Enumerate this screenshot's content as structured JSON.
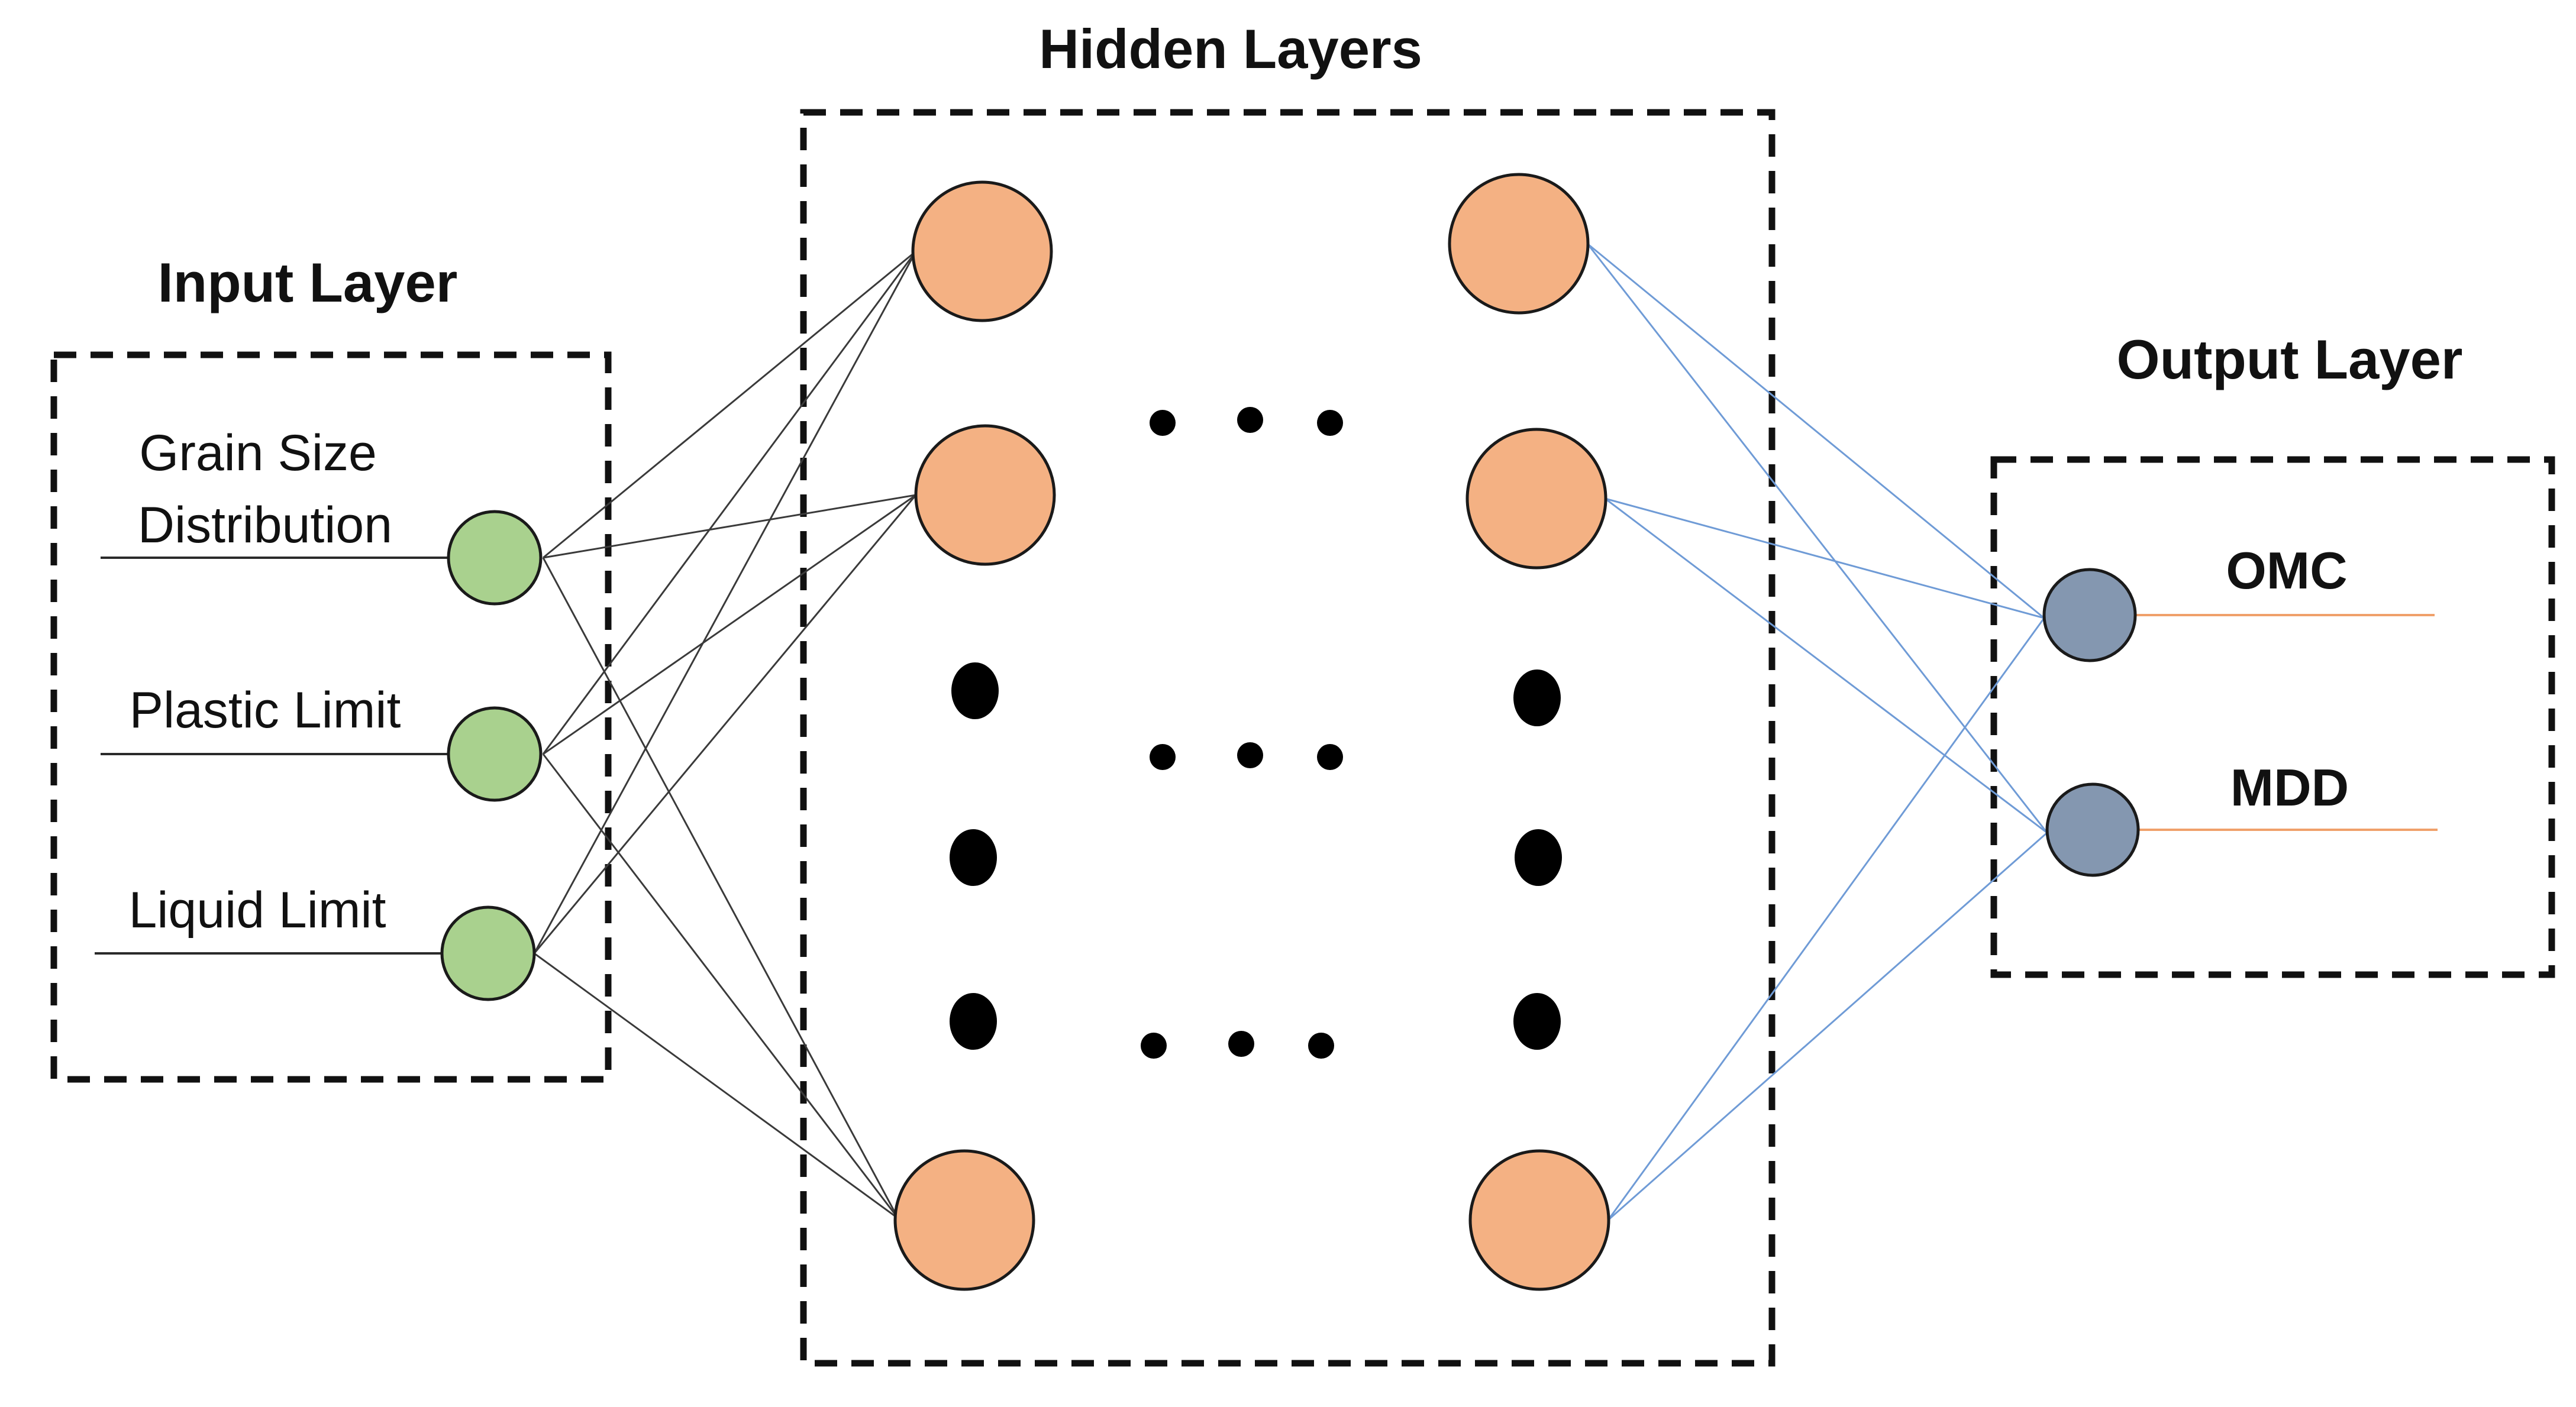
{
  "layers": {
    "input": {
      "title": "Input Layer",
      "nodes": [
        {
          "label_lines": [
            "Grain Size",
            "Distribution"
          ]
        },
        {
          "label_lines": [
            "Plastic Limit"
          ]
        },
        {
          "label_lines": [
            "Liquid Limit"
          ]
        }
      ]
    },
    "hidden": {
      "title": "Hidden Layers"
    },
    "output": {
      "title": "Output Layer",
      "nodes": [
        {
          "label": "OMC"
        },
        {
          "label": "MDD"
        }
      ]
    }
  },
  "colors": {
    "input_node": "#a9d18e",
    "hidden_node": "#f4b183",
    "output_node": "#8497b0",
    "input_edges": "#3a3a3a",
    "output_edges": "#6f9bd6",
    "output_lines": "#f0a06a"
  }
}
